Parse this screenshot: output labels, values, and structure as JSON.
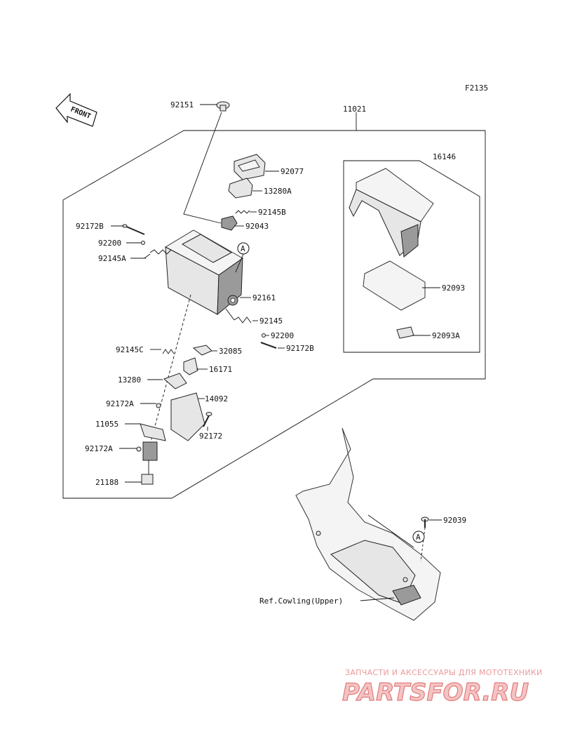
{
  "figure_code": "F2135",
  "front_label": "FRONT",
  "ref_label": "Ref.Cowling(Upper)",
  "ref_marker": "A",
  "watermark": {
    "subtitle": "ЗАПЧАСТИ И АКСЕССУАРЫ ДЛЯ МОТОТЕХНИКИ",
    "brand": "PARTSFOR.RU"
  },
  "colors": {
    "line": "#111111",
    "part_fill": "#e6e6e6",
    "watermark": "#e47a7a"
  },
  "callouts": [
    {
      "id": "92151"
    },
    {
      "id": "11021"
    },
    {
      "id": "92077"
    },
    {
      "id": "13280A"
    },
    {
      "id": "92145B"
    },
    {
      "id": "92043"
    },
    {
      "id": "92172B"
    },
    {
      "id": "92200"
    },
    {
      "id": "92145A"
    },
    {
      "id": "92161"
    },
    {
      "id": "92145"
    },
    {
      "id": "92200"
    },
    {
      "id": "92172B"
    },
    {
      "id": "92145C"
    },
    {
      "id": "32085"
    },
    {
      "id": "16171"
    },
    {
      "id": "13280"
    },
    {
      "id": "14092"
    },
    {
      "id": "92172A"
    },
    {
      "id": "11055"
    },
    {
      "id": "92172"
    },
    {
      "id": "92172A"
    },
    {
      "id": "21188"
    },
    {
      "id": "16146"
    },
    {
      "id": "92093"
    },
    {
      "id": "92093A"
    },
    {
      "id": "92039"
    }
  ]
}
